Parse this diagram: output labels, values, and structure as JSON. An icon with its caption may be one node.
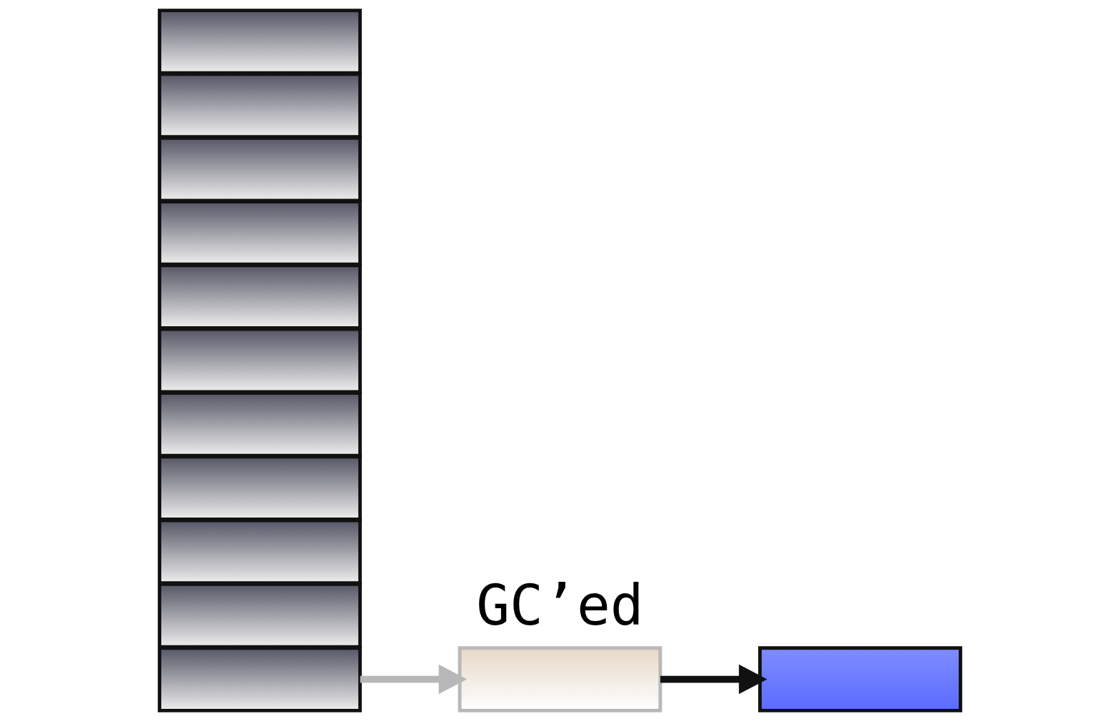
{
  "diagram": {
    "nodes": [
      {
        "text": [],
        "shape": "box"
      },
      {
        "text": [],
        "shape": "box"
      },
      {
        "text": [],
        "shape": "box"
      },
      {
        "text": [],
        "shape": "box"
      },
      {
        "text": [],
        "shape": "box"
      },
      {
        "text": [],
        "shape": "box"
      },
      {
        "text": [],
        "shape": "box"
      },
      {
        "text": [],
        "shape": "box"
      },
      {
        "text": [],
        "shape": "box"
      },
      {
        "text": [],
        "shape": "box"
      },
      {
        "text": [],
        "shape": "box"
      },
      {
        "text": [],
        "shape": "box"
      },
      {
        "text": [],
        "shape": "box"
      }
    ],
    "edges": [
      {
        "from": 0,
        "to": 11,
        "arrow": "to",
        "color": "#b8b8b8"
      },
      {
        "from": 11,
        "to": 12,
        "arrow": "to",
        "color": "#111111"
      }
    ],
    "labels": [
      "GC’ed"
    ]
  }
}
